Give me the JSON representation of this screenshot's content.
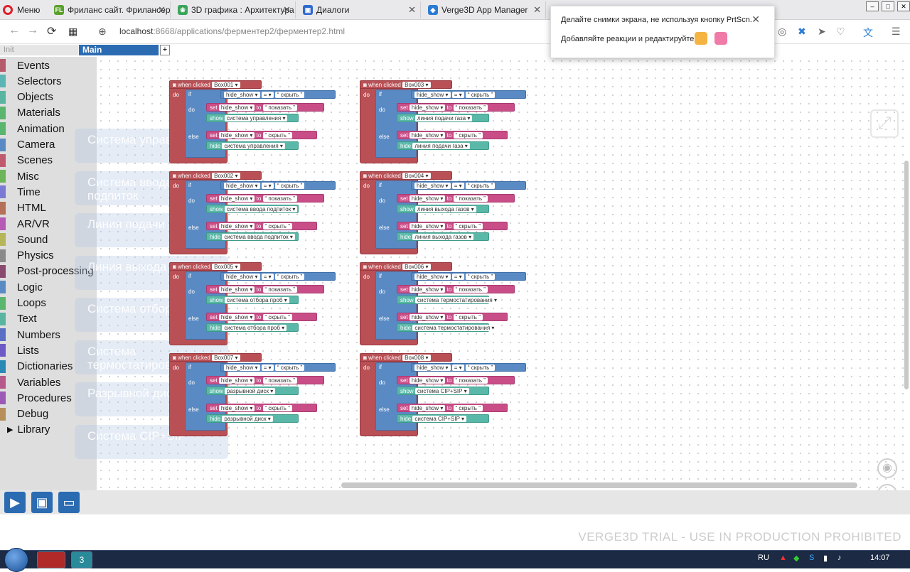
{
  "browser": {
    "menu_label": "Меню",
    "tabs": [
      {
        "title": "Фриланс сайт. Фрилансер",
        "fav": "FL",
        "color": "#5aa02c"
      },
      {
        "title": "3D графика : Архитектура",
        "fav": "❀",
        "color": "#3aa55a"
      },
      {
        "title": "Диалоги",
        "fav": "▣",
        "color": "#2f6ad0"
      },
      {
        "title": "Verge3D App Manager",
        "fav": "◆",
        "color": "#2a7bd4"
      }
    ],
    "url_host": "localhost",
    "url_rest": ":8668/applications/ферментер2/ферментер2.html"
  },
  "popup": {
    "line1": "Делайте снимки экрана, не используя кнопку PrtScn.",
    "line2": "Добавляйте реакции и редактируйте",
    "emoji_colors": [
      "#f5b342",
      "#f07aa8"
    ]
  },
  "workspace_tabs": {
    "init": "Init",
    "main": "Main",
    "plus": "+"
  },
  "toolbox": [
    {
      "label": "Events",
      "color": "#b55b6c"
    },
    {
      "label": "Selectors",
      "color": "#5ab5b5"
    },
    {
      "label": "Objects",
      "color": "#5ab5a0"
    },
    {
      "label": "Materials",
      "color": "#5ab56e"
    },
    {
      "label": "Animation",
      "color": "#5ab56e"
    },
    {
      "label": "Camera",
      "color": "#5a8ac4"
    },
    {
      "label": "Scenes",
      "color": "#c05a6e"
    },
    {
      "label": "Misc",
      "color": "#6eb55a"
    },
    {
      "label": "Time",
      "color": "#7a7ad4"
    },
    {
      "label": "HTML",
      "color": "#b5705a"
    },
    {
      "label": "AR/VR",
      "color": "#b55ab5"
    },
    {
      "label": "Sound",
      "color": "#b5b55a"
    },
    {
      "label": "Physics",
      "color": "#8a8a8a"
    },
    {
      "label": "Post-processing",
      "color": "#8a4a6e"
    },
    {
      "label": "Logic",
      "color": "#5a8ac4"
    },
    {
      "label": "Loops",
      "color": "#5ab56e"
    },
    {
      "label": "Text",
      "color": "#5ab5a0"
    },
    {
      "label": "Numbers",
      "color": "#5a6ec4"
    },
    {
      "label": "Lists",
      "color": "#6e5ac4"
    },
    {
      "label": "Dictionaries",
      "color": "#2b8ab5"
    },
    {
      "label": "Variables",
      "color": "#b55a8a"
    },
    {
      "label": "Procedures",
      "color": "#9a5ab5"
    },
    {
      "label": "Debug",
      "color": "#b5905a"
    },
    {
      "label": "Library",
      "color": ""
    }
  ],
  "ghost_labels": [
    "Система управления",
    "Система ввода подпиток",
    "Линия подачи газа",
    "Линия выхода газов",
    "Система отбора проб",
    "Система термостатирования",
    "Разрывной диск",
    "Система CIP+SIP"
  ],
  "keywords": {
    "when_clicked": "when clicked",
    "do": "do",
    "if": "if",
    "else": "else",
    "set": "set",
    "to": "to",
    "show": "show",
    "hide": "hide",
    "eq": "=",
    "var": "hide_show",
    "val_hide": "скрыть",
    "val_show": "показать",
    "quote_open": "“",
    "quote_close": "”",
    "dropdown": "▾"
  },
  "blocks": [
    {
      "box": "Box001",
      "obj": "система управления"
    },
    {
      "box": "Box003",
      "obj": "линия подачи газа"
    },
    {
      "box": "Box002",
      "obj": "система ввода подпиток"
    },
    {
      "box": "Box004",
      "obj": "линия выхода газов"
    },
    {
      "box": "Box005",
      "obj": "система отбора проб"
    },
    {
      "box": "Box006",
      "obj": "система термостатирования"
    },
    {
      "box": "Box007",
      "obj": "разрывной диск"
    },
    {
      "box": "Box008",
      "obj": "система CIP+SIP"
    }
  ],
  "watermark": "VERGE3D TRIAL - USE IN PRODUCTION PROHIBITED",
  "taskbar": {
    "lang": "RU",
    "time": "14:07",
    "app3": "3"
  }
}
